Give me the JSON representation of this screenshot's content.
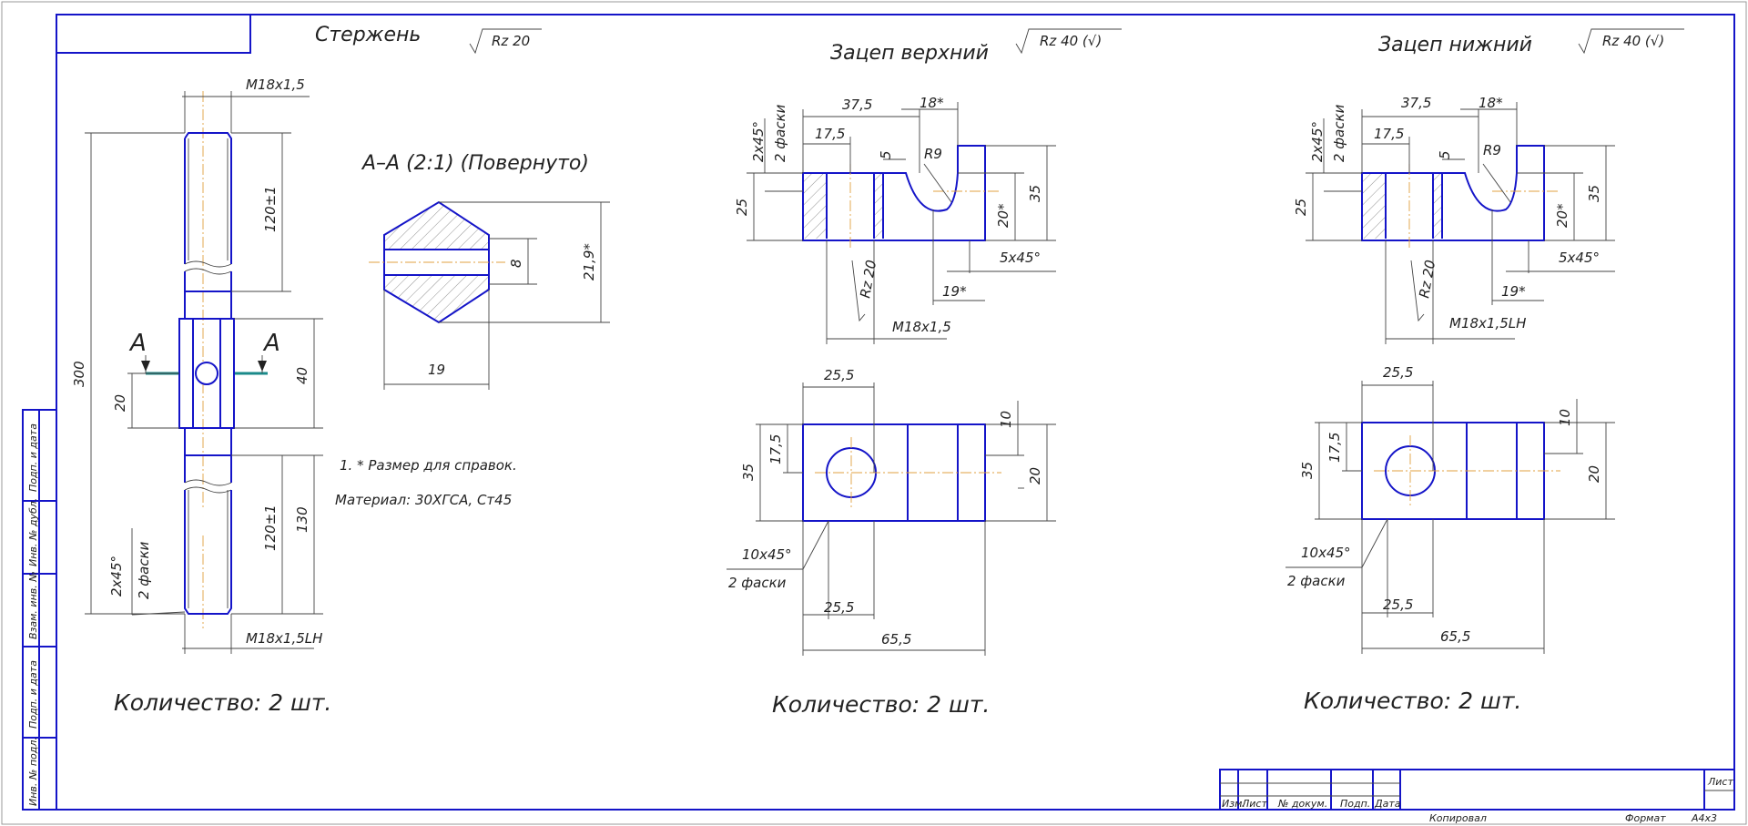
{
  "titles": {
    "rod": "Стержень",
    "upper": "Зацеп верхний",
    "lower": "Зацеп нижний",
    "section": "А–А (2:1) (Повернуто)"
  },
  "roughness": {
    "rod": "Rz 20",
    "upper": "Rz 40 (√)",
    "lower": "Rz 40 (√)",
    "hole_upper": "Rz 20",
    "hole_lower": "Rz 20"
  },
  "rod": {
    "thread_top": "M18x1,5",
    "thread_bottom": "M18x1,5LH",
    "len_total": "300",
    "len_top": "120±1",
    "len_bottom": "120±1",
    "len_mid": "40",
    "len_hole": "20",
    "len_130": "130",
    "chamfer": "2x45°",
    "chamfer_count": "2 фаски",
    "cut_label": "А"
  },
  "section": {
    "width": "19",
    "height": "21,9*",
    "hole": "8"
  },
  "notes": {
    "n1": "1. * Размер для справок.",
    "material": "Материал: 30ХГСА, Ст45"
  },
  "upper": {
    "d37_5": "37,5",
    "d18": "18*",
    "d17_5": "17,5",
    "d5": "5",
    "r9": "R9",
    "d25": "25",
    "d35": "35",
    "d20s": "20*",
    "d5x45": "5x45°",
    "d19s": "19*",
    "thread": "M18x1,5",
    "chamfer": "2x45°",
    "chamfer_count": "2 фаски",
    "p25_5_top": "25,5",
    "p17_5": "17,5",
    "p35": "35",
    "p10": "10",
    "p20": "20",
    "p10x45": "10x45°",
    "p_chamfer_count": "2 фаски",
    "p25_5_bottom": "25,5",
    "p65_5": "65,5"
  },
  "lower": {
    "d37_5": "37,5",
    "d18": "18*",
    "d17_5": "17,5",
    "d5": "5",
    "r9": "R9",
    "d25": "25",
    "d35": "35",
    "d20s": "20*",
    "d5x45": "5x45°",
    "d19s": "19*",
    "thread": "M18x1,5LH",
    "chamfer": "2x45°",
    "chamfer_count": "2 фаски",
    "p25_5_top": "25,5",
    "p17_5": "17,5",
    "p35": "35",
    "p10": "10",
    "p20": "20",
    "p10x45": "10x45°",
    "p_chamfer_count": "2 фаски",
    "p25_5_bottom": "25,5",
    "p65_5": "65,5"
  },
  "quantity": {
    "rod": "Количество: 2 шт.",
    "upper": "Количество: 2 шт.",
    "lower": "Количество: 2 шт."
  },
  "side_strip": [
    "Подп. и дата",
    "Инв. № дубл.",
    "Взам. инв. №",
    "Подп. и дата",
    "Инв. № подл."
  ],
  "title_block": {
    "cols": [
      "Изм.",
      "Лист",
      "№ докум.",
      "Подп.",
      "Дата"
    ],
    "sheet": "Лист",
    "copied": "Копировал",
    "format": "Формат",
    "format_value": "А4x3"
  },
  "colors": {
    "outline": "#1414c8",
    "center": "#e0a040",
    "cut": "#1a8a8a"
  }
}
